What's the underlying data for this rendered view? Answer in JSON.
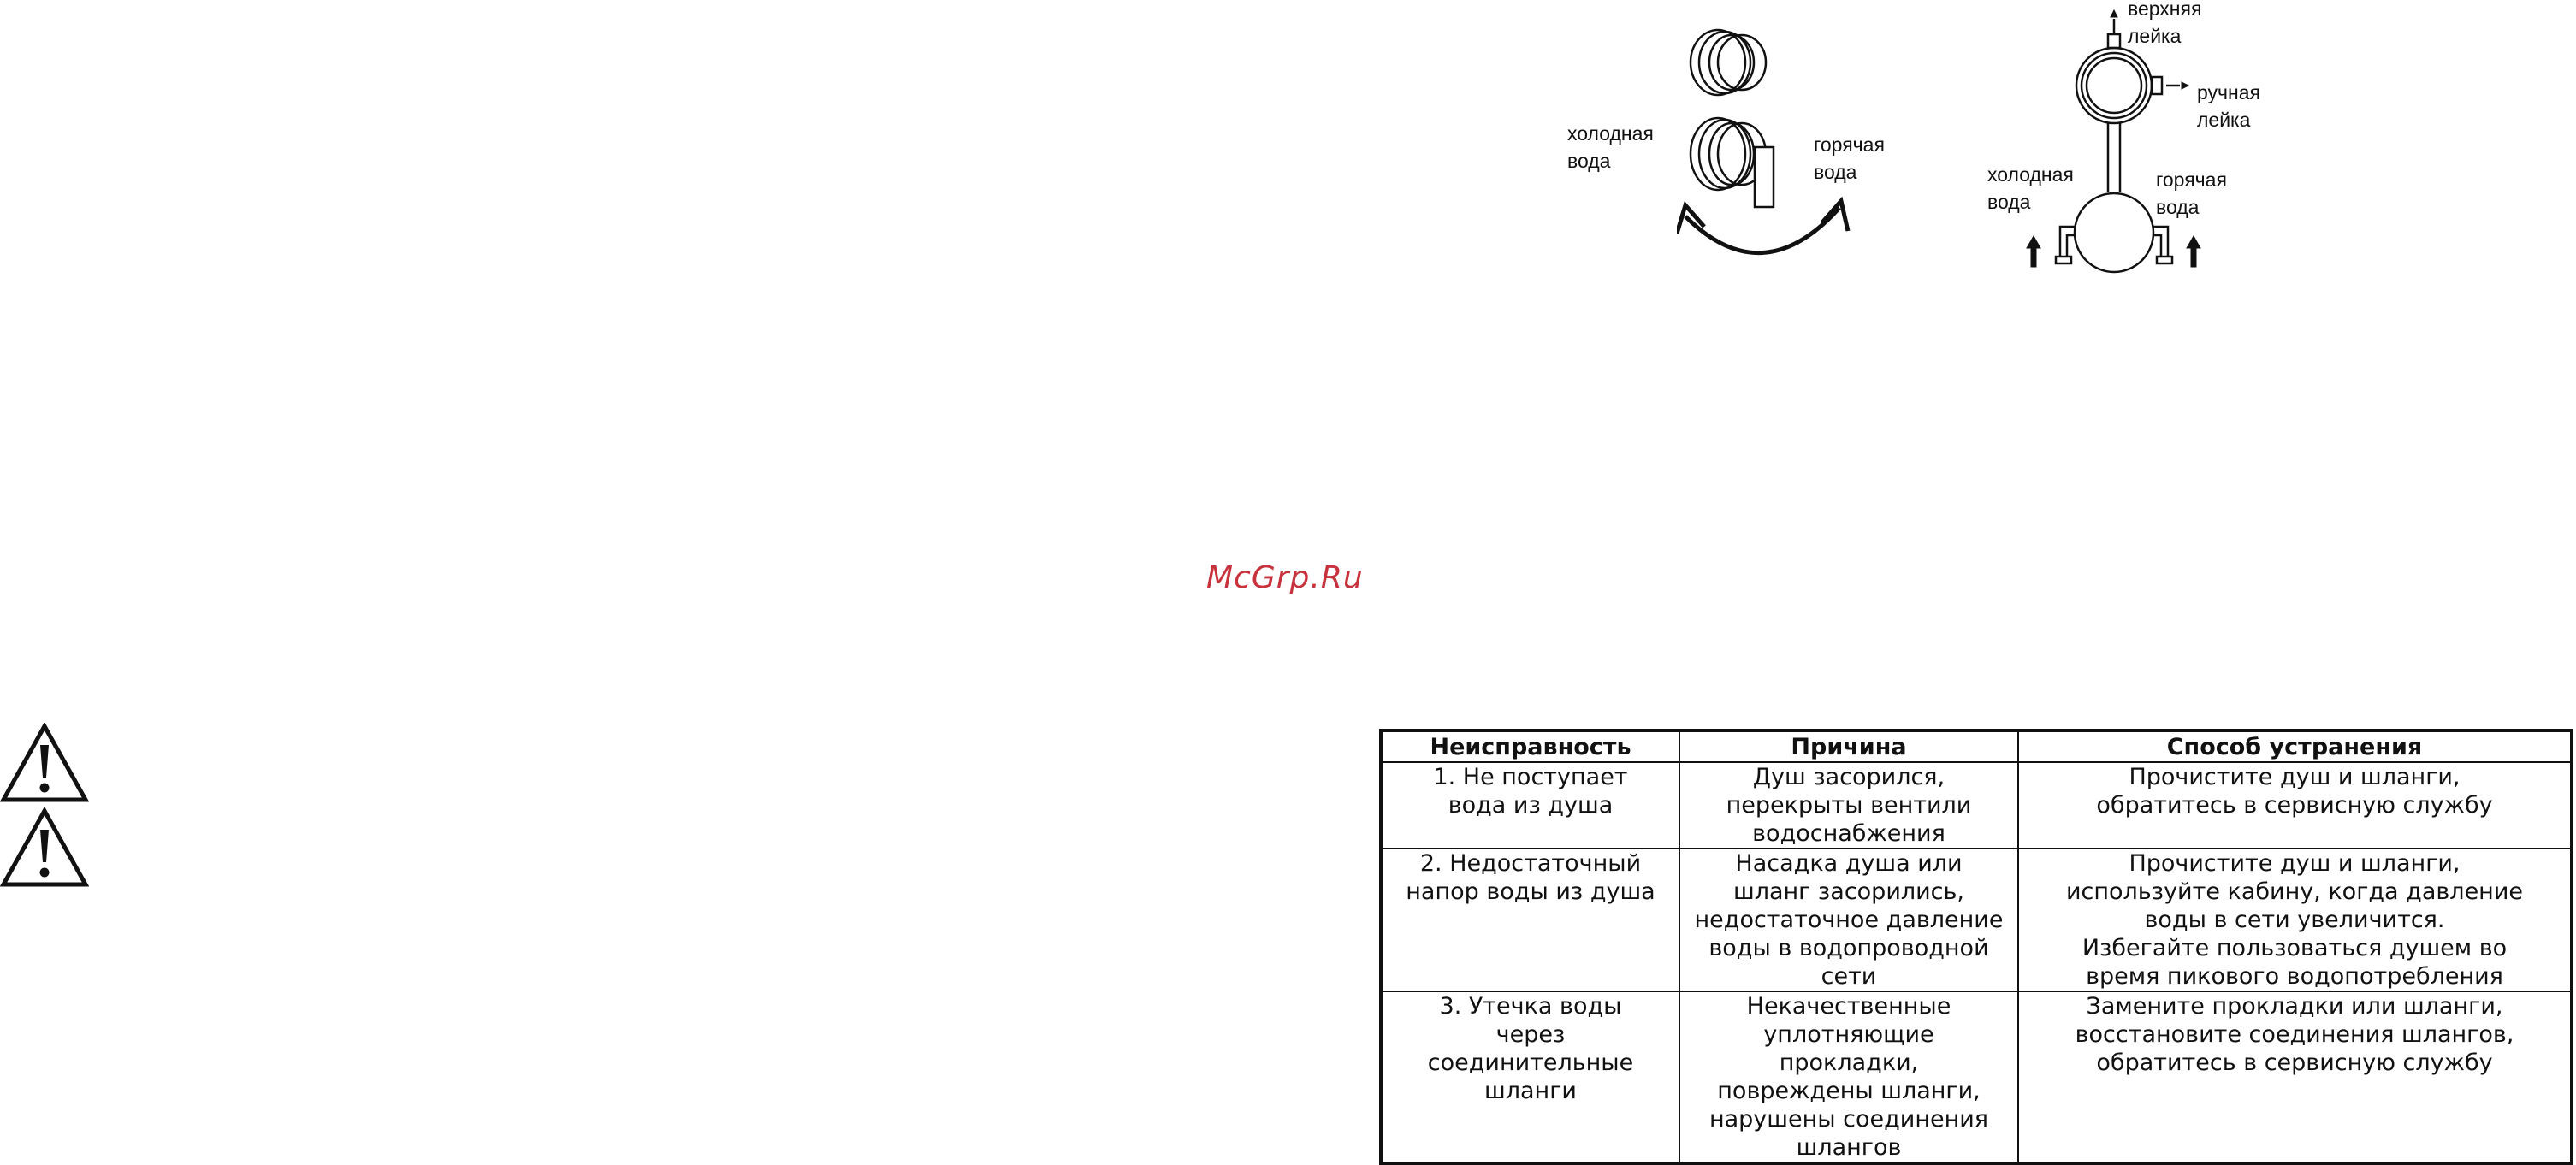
{
  "mixer_diagram": {
    "cold_water": "холодная\nвода",
    "hot_water": "горячая\nвода"
  },
  "pipe_diagram": {
    "top_shower": "верхняя\nлейка",
    "hand_shower": "ручная\nлейка",
    "cold_water": "холодная\nвода",
    "hot_water": "горячая\nвода"
  },
  "watermark": "McGrp.Ru",
  "troubleshooting": {
    "headers": [
      "Неисправность",
      "Причина",
      "Способ устранения"
    ],
    "rows": [
      {
        "fault": "1. Не поступает\nвода из душа",
        "cause": "Душ засорился,\nперекрыты вентили\nводоснабжения",
        "fix": "Прочистите душ и шланги,\nобратитесь в сервисную службу"
      },
      {
        "fault": "2. Недостаточный\nнапор воды из душа",
        "cause": "Насадка душа или\nшланг засорились,\nнедостаточное давление\nводы в водопроводной\nсети",
        "fix": "Прочистите душ и шланги,\nиспользуйте кабину, когда давление\nводы в сети увеличится.\nИзбегайте пользоваться душем во\nвремя пикового водопотребления"
      },
      {
        "fault": "3. Утечка воды\nчерез\nсоединительные\nшланги",
        "cause": "Некачественные\nуплотняющие\nпрокладки,\nповреждены шланги,\nнарушены соединения\nшлангов",
        "fix": "Замените прокладки или шланги,\nвосстановите соединения шлангов,\nобратитесь в сервисную службу"
      }
    ]
  }
}
